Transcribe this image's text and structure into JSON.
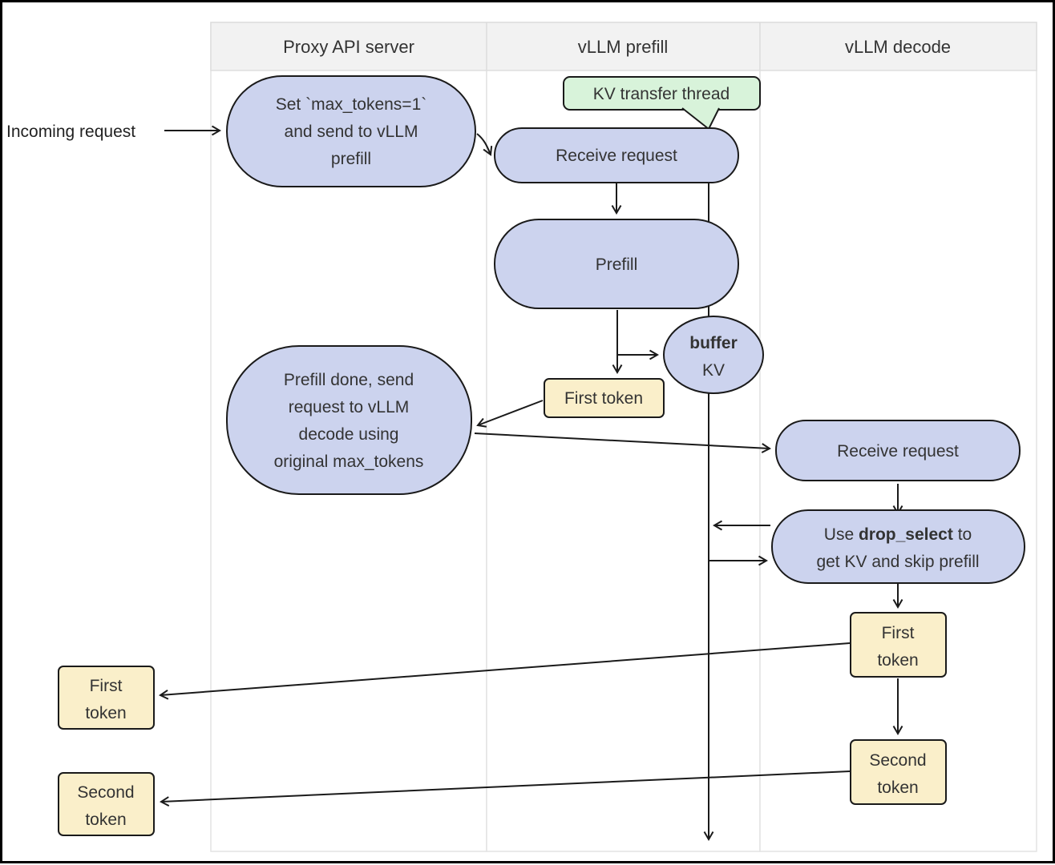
{
  "columns": {
    "proxy": "Proxy API server",
    "prefill": "vLLM prefill",
    "decode": "vLLM decode"
  },
  "labels": {
    "incoming": "Incoming request",
    "kv_thread": "KV transfer thread"
  },
  "nodes": {
    "set_max_tokens": {
      "l1": "Set `max_tokens=1`",
      "l2": "and send to vLLM",
      "l3": "prefill"
    },
    "receive_request_prefill": {
      "label": "Receive request"
    },
    "prefill": {
      "label": "Prefill"
    },
    "buffer_kv": {
      "bold": "buffer",
      "plain": "KV"
    },
    "first_token_prefill": {
      "label": "First token"
    },
    "prefill_done": {
      "l1": "Prefill done, send",
      "l2": "request to vLLM",
      "l3": "decode using",
      "l4": "original max_tokens"
    },
    "receive_request_decode": {
      "label": "Receive request"
    },
    "drop_select": {
      "l1_pre": "Use ",
      "l1_bold": "drop_select",
      "l1_post": " to",
      "l2": "get KV and skip prefill"
    },
    "first_token_decode": {
      "l1": "First",
      "l2": "token"
    },
    "second_token_decode": {
      "l1": "Second",
      "l2": "token"
    },
    "first_token_out": {
      "l1": "First",
      "l2": "token"
    },
    "second_token_out": {
      "l1": "Second",
      "l2": "token"
    }
  },
  "colors": {
    "process_fill": "#ccd3ee",
    "token_fill": "#faefca",
    "thread_fill": "#d8f3da",
    "node_stroke": "#1a1a1a",
    "header_fill": "#f2f2f2",
    "grid_line": "#e3e3e3",
    "text": "#333333",
    "frame": "#000000"
  }
}
